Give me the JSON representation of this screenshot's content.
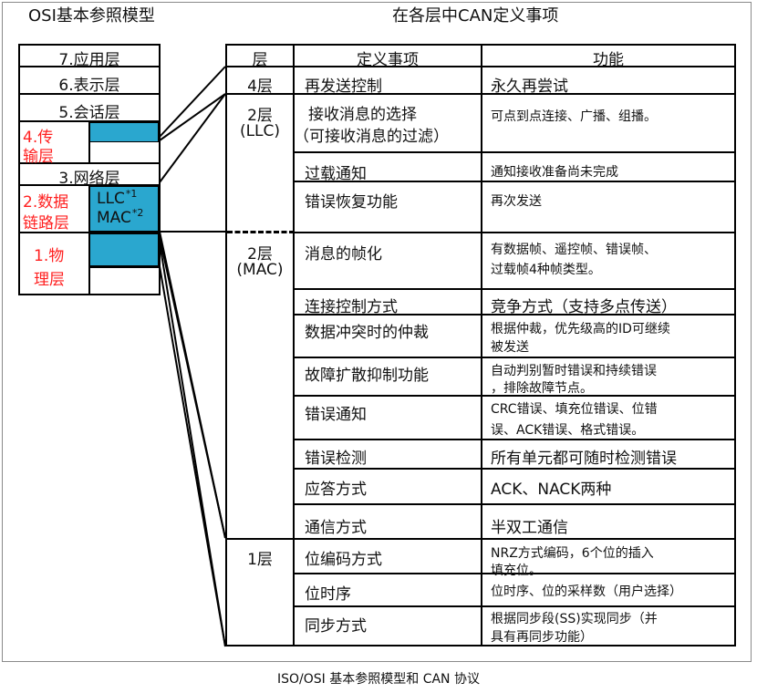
{
  "page": {
    "left_title": "OSI基本参照模型",
    "right_title": "在各层中CAN定义事项",
    "caption": "ISO/OSI 基本参照模型和 CAN 协议"
  },
  "osi": {
    "layers": [
      "7.应用层",
      "6.表示层",
      "5.会话层",
      "3.网络层"
    ],
    "transport_line1": "4.传",
    "transport_line2": "输层",
    "datalink_line1": "2.数据",
    "datalink_line2": "链路层",
    "physical_line1": "1.物",
    "physical_line2": "理层",
    "llc": "LLC",
    "mac": "MAC",
    "llc_sup": "*1",
    "mac_sup": "*2"
  },
  "table": {
    "headers": {
      "layer": "层",
      "definition": "定义事项",
      "function": "功能"
    },
    "groups": {
      "g4": "4层",
      "g2llc_1": "2层",
      "g2llc_2": "(LLC)",
      "g2mac_1": "2层",
      "g2mac_2": "(MAC)",
      "g1": "1层"
    },
    "rows": [
      {
        "definition_1": "再发送控制",
        "definition_2": "",
        "function_1": "永久再尝试",
        "function_2": ""
      },
      {
        "definition_1": "接收消息的选择",
        "definition_2": "（可接收消息的过滤）",
        "function_1": "可点到点连接、广播、组播。",
        "function_2": ""
      },
      {
        "definition_1": "过载通知",
        "definition_2": "",
        "function_1": "通知接收准备尚未完成",
        "function_2": ""
      },
      {
        "definition_1": "错误恢复功能",
        "definition_2": "",
        "function_1": "再次发送",
        "function_2": ""
      },
      {
        "definition_1": "消息的帧化",
        "definition_2": "",
        "function_1": "有数据帧、遥控帧、错误帧、",
        "function_2": "过载帧4种帧类型。"
      },
      {
        "definition_1": "连接控制方式",
        "definition_2": "",
        "function_1": "竞争方式（支持多点传送）",
        "function_2": ""
      },
      {
        "definition_1": "数据冲突时的仲裁",
        "definition_2": "",
        "function_1": "根据仲裁，优先级高的ID可继续",
        "function_2": "被发送"
      },
      {
        "definition_1": "故障扩散抑制功能",
        "definition_2": "",
        "function_1": "自动判别暂时错误和持续错误",
        "function_2": "，排除故障节点。"
      },
      {
        "definition_1": "错误通知",
        "definition_2": "",
        "function_1": "CRC错误、填充位错误、位错",
        "function_2": "误、ACK错误、格式错误。"
      },
      {
        "definition_1": "错误检测",
        "definition_2": "",
        "function_1": "所有单元都可随时检测错误",
        "function_2": ""
      },
      {
        "definition_1": "应答方式",
        "definition_2": "",
        "function_1": "ACK、NACK两种",
        "function_2": ""
      },
      {
        "definition_1": "通信方式",
        "definition_2": "",
        "function_1": "半双工通信",
        "function_2": ""
      },
      {
        "definition_1": "位编码方式",
        "definition_2": "",
        "function_1": "NRZ方式编码，6个位的插入",
        "function_2": "填充位。"
      },
      {
        "definition_1": "位时序",
        "definition_2": "",
        "function_1": "位时序、位的采样数（用户选择）",
        "function_2": ""
      },
      {
        "definition_1": "同步方式",
        "definition_2": "",
        "function_1": "根据同步段(SS)实现同步（并",
        "function_2": "具有再同步功能）"
      }
    ]
  },
  "colors": {
    "accent_blue": "#2aa7cf",
    "highlight_red": "#ff2020",
    "line": "#000000"
  }
}
